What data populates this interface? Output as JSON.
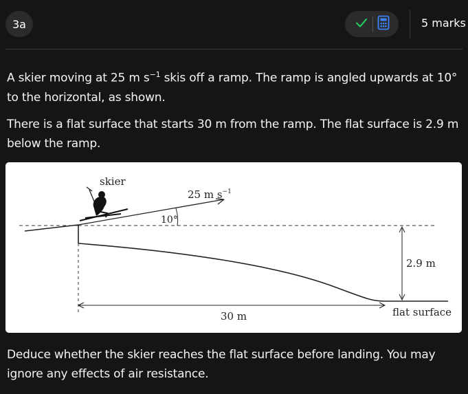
{
  "header": {
    "question_number": "3a",
    "marks": "5 marks",
    "icons": {
      "check": "check-icon",
      "calculator": "calculator-icon"
    },
    "colors": {
      "check": "#22c55e",
      "calculator": "#3b82f6"
    }
  },
  "question": {
    "p1_pre": "A skier moving at 25 m s",
    "p1_sup": "−1",
    "p1_post": " skis off a ramp. The ramp is angled upwards at 10° to the horizontal, as shown.",
    "p2": "There is a flat surface that starts 30 m from the ramp. The flat surface is 2.9 m below the ramp.",
    "p3": "Deduce whether the skier reaches the flat surface before landing. You may ignore any effects of air resistance."
  },
  "diagram": {
    "skier_label": "skier",
    "velocity_label": "25 m s",
    "velocity_sup": "−1",
    "angle_label": "10°",
    "height_label": "2.9 m",
    "distance_label": "30 m",
    "surface_label": "flat surface"
  }
}
